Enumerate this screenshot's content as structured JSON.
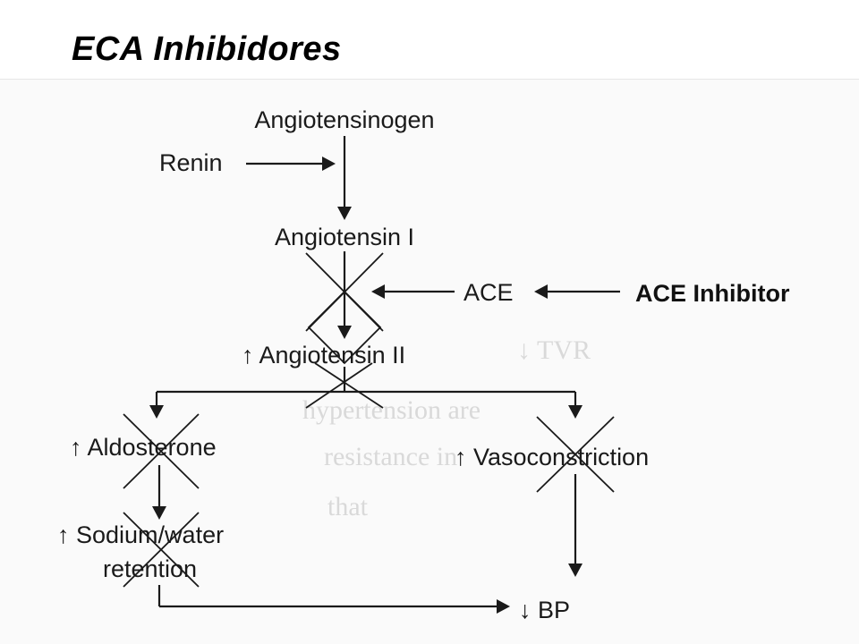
{
  "title": "ECA Inhibidores",
  "diagram": {
    "nodes": {
      "angiotensinogen": "Angiotensinogen",
      "renin": "Renin",
      "angiotensin_i": "Angiotensin I",
      "ace": "ACE",
      "ace_inhibitor": "ACE Inhibitor",
      "angiotensin_ii": "↑ Angiotensin II",
      "aldosterone": "↑ Aldosterone",
      "vasoconstriction": "↑ Vasoconstriction",
      "sodium_water_line1": "↑ Sodium/water",
      "sodium_water_line2": "retention",
      "bp": "↓ BP"
    },
    "background_text": [
      "↓ TVR",
      "hypertension are",
      "resistance in",
      "that"
    ]
  },
  "colors": {
    "ink": "#1a1a1a",
    "background": "#ffffff",
    "scan_background": "#fafafa",
    "bleed_through": "#d9d9d9"
  }
}
